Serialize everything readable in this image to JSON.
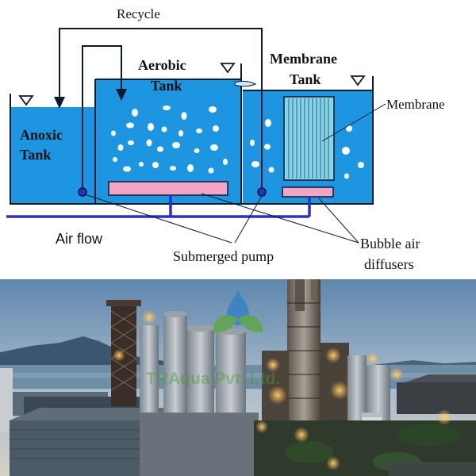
{
  "diagram": {
    "recycle_label": "Recycle",
    "anoxic_line1": "Anoxic",
    "anoxic_line2": "Tank",
    "aerobic_line1": "Aerobic",
    "aerobic_line2": "Tank",
    "membrane_tank_line1": "Membrane",
    "membrane_tank_line2": "Tank",
    "membrane_label": "Membrane",
    "air_flow_label": "Air flow",
    "pump_label": "Submerged pump",
    "diffuser_line1": "Bubble air",
    "diffuser_line2": "diffusers",
    "colors": {
      "water": "#1e95e0",
      "tank_outline": "#0b1a2a",
      "air_pipe": "#2b2fc8",
      "diffuser": "#f4a5c7",
      "membrane_fill": "#8ad3e6"
    }
  },
  "photo": {
    "watermark": "TRAqua Pvt. Ltd."
  }
}
